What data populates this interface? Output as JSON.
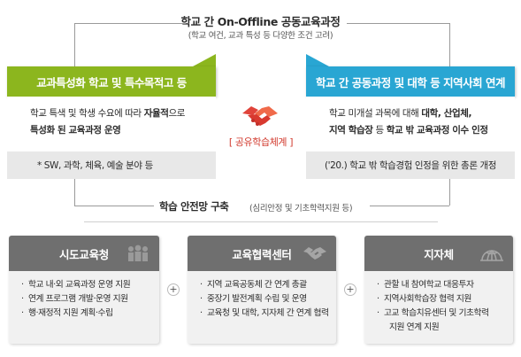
{
  "top": {
    "title": "학교 간 On-Offline 공동교육과정",
    "subtitle": "(학교 여건, 교과 특성 등 다양한 조건 고려)"
  },
  "left_panel": {
    "header": "교과특성화 학교 및 특수목적고 등",
    "line1_pre": "학교 특색 및 학생 수요에 따라 ",
    "line1_bold": "자율적",
    "line1_post": "으로",
    "line2_bold": "특성화 된 교육과정 운영",
    "footer": "* SW, 과학, 체육, 예술 분야 등"
  },
  "right_panel": {
    "header": "학교 간 공동과정 및 대학 등 지역사회 연계",
    "line1_pre": "학교 미개설 과목에 대해 ",
    "line1_bold": "대학, 산업체,",
    "line2_bold1": "지역 학습장",
    "line2_mid": " 등 ",
    "line2_bold2": "학교 밖 교육과정 이수 인정",
    "footer": "('20.) 학교 밖 학습경험 인정을 위한 총론 개정"
  },
  "center": {
    "label": "[ 공유학습체계 ]",
    "icon": "handshake-icon"
  },
  "safety_net": {
    "title": "학습 안전망 구축",
    "subtitle": "(심리안정 및 기초학력지원 등)"
  },
  "boxes": [
    {
      "title": "시도교육청",
      "icon": "people-icon",
      "items": [
        "학교 내·외 교육과정 운영 지원",
        "연계 프로그램 개발·운영 지원",
        "행·재정적 지원 계획·수립"
      ]
    },
    {
      "title": "교육협력센터",
      "icon": "handshake-icon",
      "items": [
        "지역 교육공동체 간 연계 총괄",
        "중장기 발전계획 수립 및 운영",
        "교육청 및 대학, 지자체 간 연계 협력"
      ]
    },
    {
      "title": "지자체",
      "icon": "globe-icon",
      "items": [
        "관할 내 참여학교 대응투자",
        "지역사회학습장 협력 지원",
        "고교 학습치유센터 및 기초학력",
        "지원 연계 지원"
      ]
    }
  ],
  "plus_symbol": "+",
  "colors": {
    "green": "#8cb61e",
    "blue": "#29a6d3",
    "red": "#d23a2e",
    "box_header": "#6f6f6f"
  }
}
